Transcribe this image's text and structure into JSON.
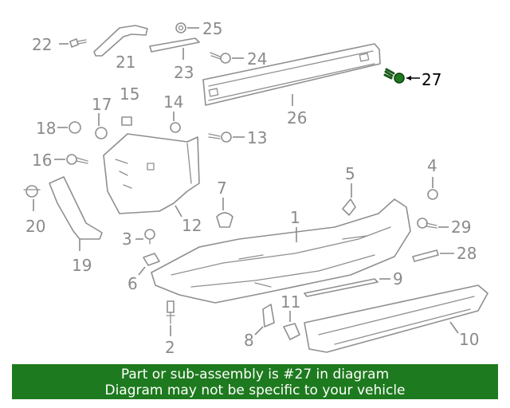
{
  "callouts": {
    "c1": "1",
    "c2": "2",
    "c3": "3",
    "c4": "4",
    "c5": "5",
    "c6": "6",
    "c7": "7",
    "c8": "8",
    "c9": "9",
    "c10": "10",
    "c11": "11",
    "c12": "12",
    "c13": "13",
    "c14": "14",
    "c15": "15",
    "c16": "16",
    "c17": "17",
    "c18": "18",
    "c19": "19",
    "c20": "20",
    "c21": "21",
    "c22": "22",
    "c23": "23",
    "c24": "24",
    "c25": "25",
    "c26": "26",
    "c27": "27",
    "c28": "28",
    "c29": "29"
  },
  "highlighted_part": "27",
  "colors": {
    "highlight_part": "#1e7a1e",
    "banner_bg": "#1e7a1e",
    "banner_text": "#ffffff",
    "line_art": "#8f8f8f"
  },
  "banner": {
    "line1": "Part or sub-assembly is #27 in diagram",
    "line2": "Diagram may not be specific to your vehicle"
  }
}
